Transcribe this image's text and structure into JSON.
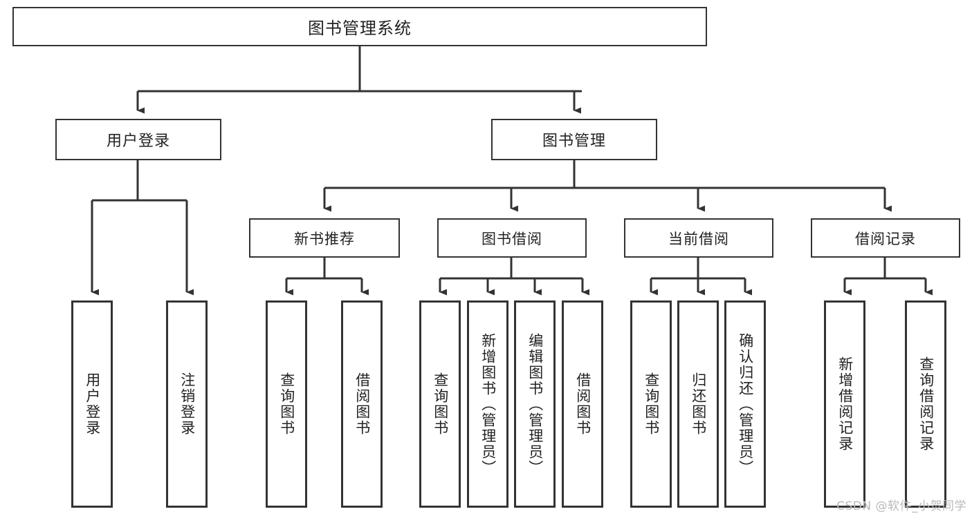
{
  "diagram": {
    "title": "图书管理系统",
    "type": "tree",
    "watermark": "CSDN @软件_小贺同学",
    "colors": {
      "background": "#ffffff",
      "border": "#333333",
      "text": "#222222",
      "connector": "#333333",
      "watermark": "#b9b9b9"
    },
    "nodes": {
      "root": {
        "label": "图书管理系统"
      },
      "level2": [
        {
          "label": "用户登录"
        },
        {
          "label": "图书管理"
        }
      ],
      "level3": [
        {
          "label": "新书推荐"
        },
        {
          "label": "图书借阅"
        },
        {
          "label": "当前借阅"
        },
        {
          "label": "借阅记录"
        }
      ],
      "leaves": [
        {
          "label": "用户登录",
          "parent": "用户登录"
        },
        {
          "label": "注销登录",
          "parent": "用户登录"
        },
        {
          "label": "查询图书",
          "parent": "新书推荐"
        },
        {
          "label": "借阅图书",
          "parent": "新书推荐"
        },
        {
          "label": "查询图书",
          "parent": "图书借阅"
        },
        {
          "label": "新增图书（管理员）",
          "parent": "图书借阅"
        },
        {
          "label": "编辑图书（管理员）",
          "parent": "图书借阅"
        },
        {
          "label": "借阅图书",
          "parent": "图书借阅"
        },
        {
          "label": "查询图书",
          "parent": "当前借阅"
        },
        {
          "label": "归还图书",
          "parent": "当前借阅"
        },
        {
          "label": "确认归还（管理员）",
          "parent": "当前借阅"
        },
        {
          "label": "新增借阅记录",
          "parent": "借阅记录"
        },
        {
          "label": "查询借阅记录",
          "parent": "借阅记录"
        }
      ]
    }
  }
}
